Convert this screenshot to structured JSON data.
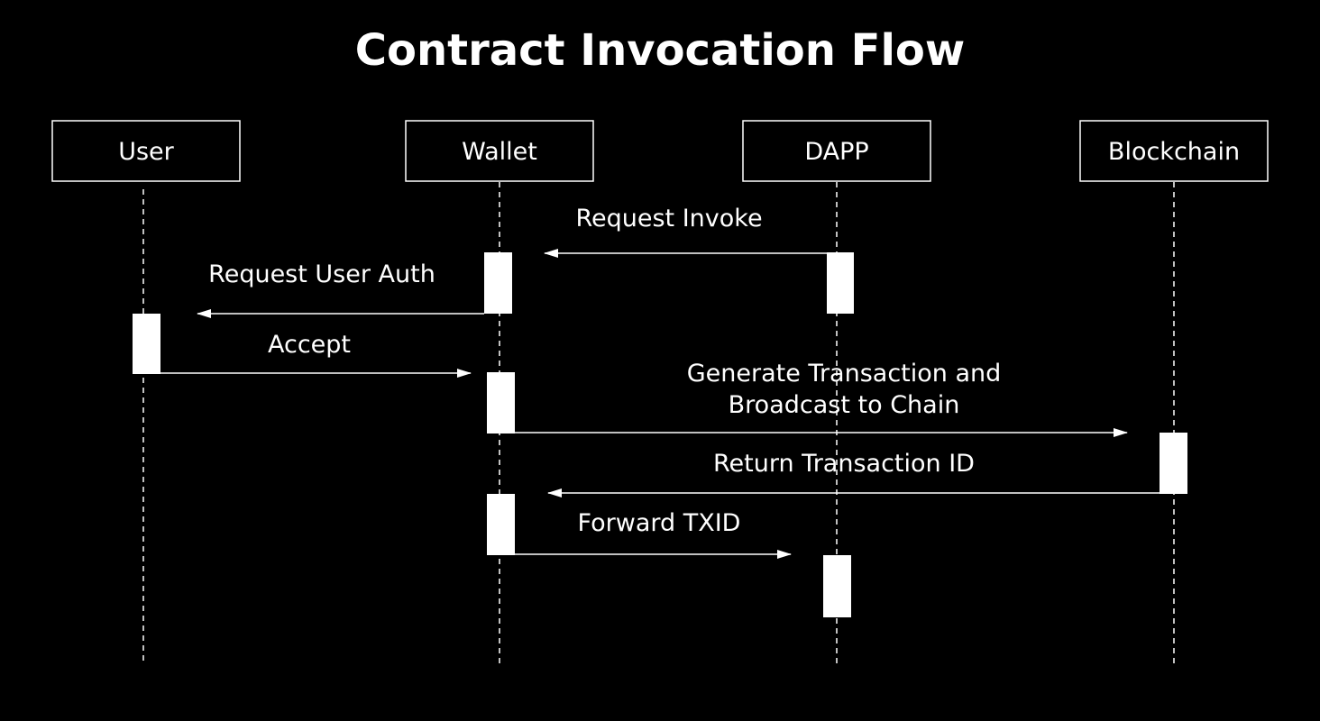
{
  "title": "Contract Invocation Flow",
  "colors": {
    "background": "#000000",
    "foreground": "#ffffff"
  },
  "participants": [
    {
      "id": "user",
      "label": "User"
    },
    {
      "id": "wallet",
      "label": "Wallet"
    },
    {
      "id": "dapp",
      "label": "DAPP"
    },
    {
      "id": "blockchain",
      "label": "Blockchain"
    }
  ],
  "messages": [
    {
      "from": "dapp",
      "to": "wallet",
      "label_lines": [
        "Request Invoke"
      ]
    },
    {
      "from": "wallet",
      "to": "user",
      "label_lines": [
        "Request User Auth"
      ]
    },
    {
      "from": "user",
      "to": "wallet",
      "label_lines": [
        "Accept"
      ]
    },
    {
      "from": "wallet",
      "to": "blockchain",
      "label_lines": [
        "Generate Transaction and",
        "Broadcast to Chain"
      ]
    },
    {
      "from": "blockchain",
      "to": "wallet",
      "label_lines": [
        "Return Transaction ID"
      ]
    },
    {
      "from": "wallet",
      "to": "dapp",
      "label_lines": [
        "Forward TXID"
      ]
    }
  ]
}
